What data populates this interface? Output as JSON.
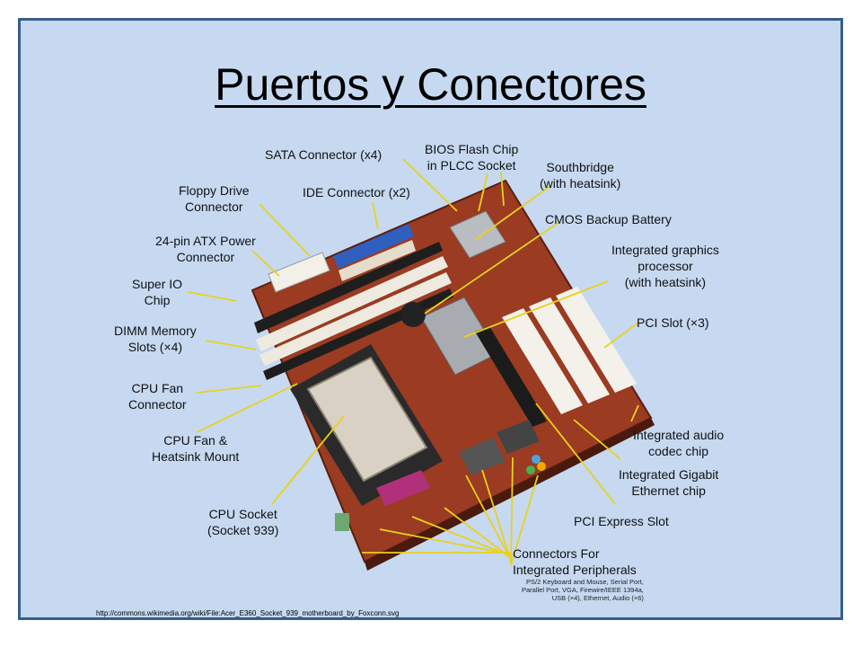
{
  "slide": {
    "title": "Puertos y Conectores",
    "source_url": "http://commons.wikimedia.org/wiki/File:Acer_E360_Socket_939_motherboard_by_Foxconn.svg"
  },
  "labels": {
    "sata": "SATA Connector (x4)",
    "bios": "BIOS Flash Chip\nin PLCC Socket",
    "southbridge": "Southbridge\n(with heatsink)",
    "floppy": "Floppy Drive\nConnector",
    "ide": "IDE Connector (x2)",
    "cmos": "CMOS Backup Battery",
    "atx": "24-pin ATX Power\nConnector",
    "igp": "Integrated graphics\nprocessor\n(with heatsink)",
    "superio": "Super IO\nChip",
    "dimm": "DIMM Memory\nSlots (×4)",
    "pci": "PCI Slot (×3)",
    "cpufan": "CPU Fan\nConnector",
    "heatsink": "CPU Fan &\nHeatsink Mount",
    "audio": "Integrated audio\ncodec chip",
    "ethernet": "Integrated Gigabit\nEthernet chip",
    "socket": "CPU Socket\n(Socket 939)",
    "pcie": "PCI Express Slot",
    "peripherals": "Connectors For\nIntegrated Peripherals",
    "peripherals_detail": "PS/2 Keyboard and Mouse, Serial Port,\nParallel Port, VGA, Firewire/IEEE 1394a,\nUSB (×4), Ethernet, Audio (×6)"
  },
  "colors": {
    "slide_bg": "#c6d9f1",
    "slide_border": "#385d8a",
    "leader_line": "#e8d21d",
    "board": "#9a3b22"
  }
}
